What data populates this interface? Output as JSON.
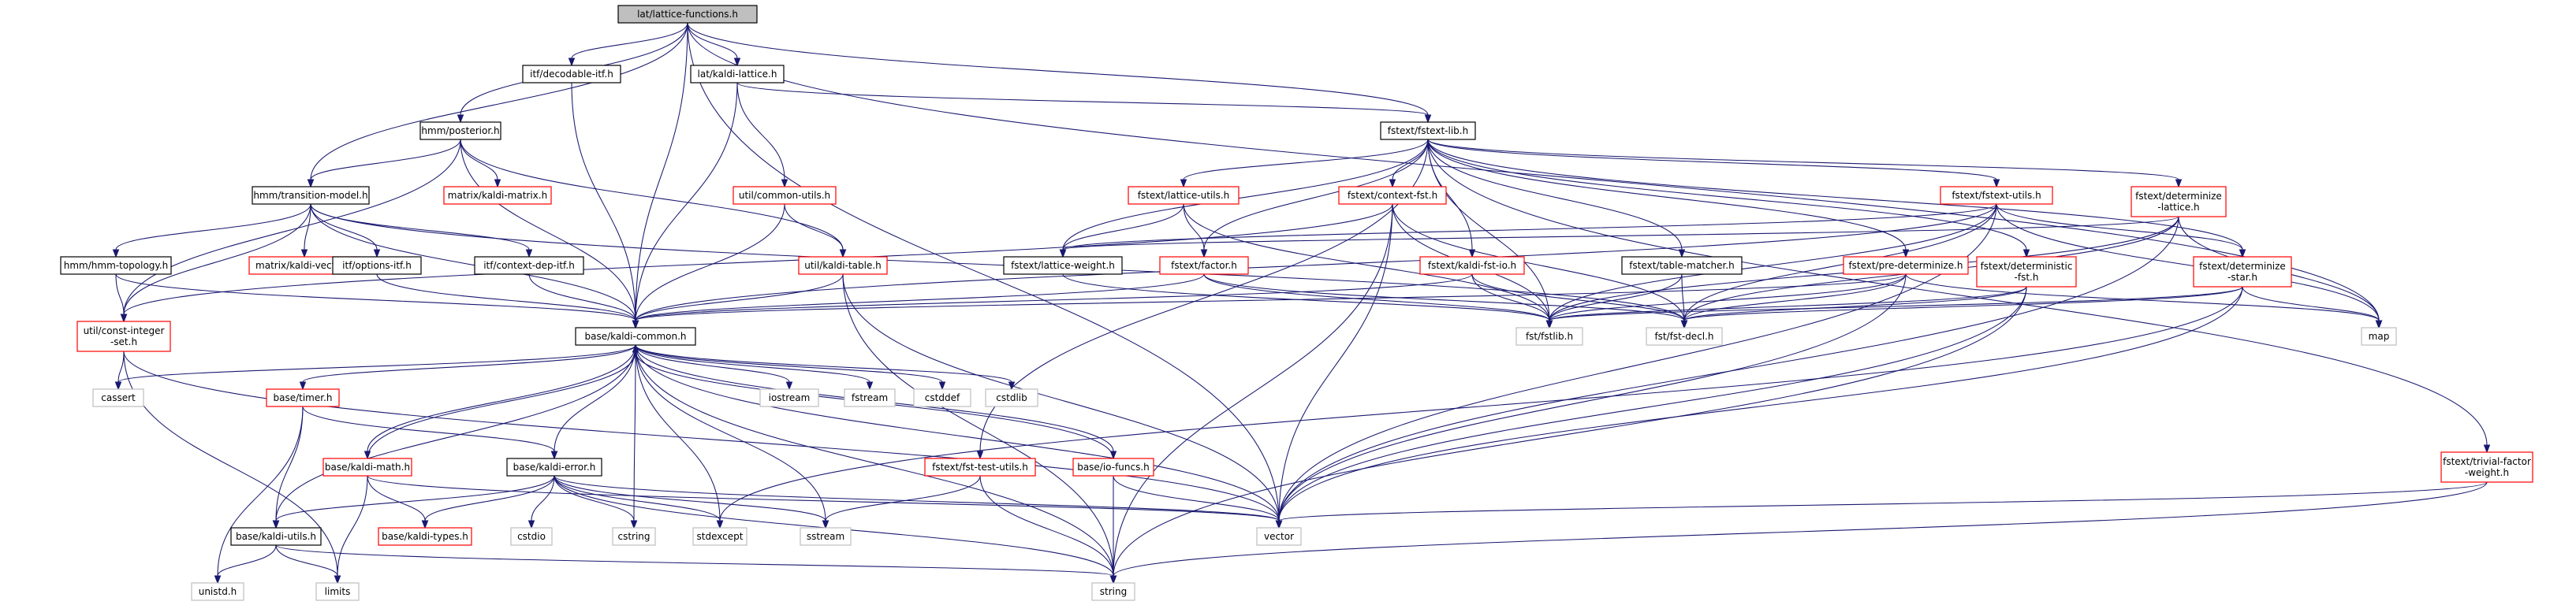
{
  "colors": {
    "edge": "#191970",
    "border_default": "#000000",
    "border_missing": "#ff0000",
    "border_system": "#bfbfbf",
    "fill_root": "#bfbfbf",
    "fill_default": "#ffffff"
  },
  "nodes": {
    "n0": {
      "label": [
        "lat/lattice-functions.h"
      ],
      "kind": "root"
    },
    "n1": {
      "label": [
        "itf/decodable-itf.h"
      ],
      "kind": "default"
    },
    "n2": {
      "label": [
        "lat/kaldi-lattice.h"
      ],
      "kind": "default"
    },
    "n3": {
      "label": [
        "hmm/posterior.h"
      ],
      "kind": "default"
    },
    "n4": {
      "label": [
        "fstext/fstext-lib.h"
      ],
      "kind": "default"
    },
    "n5": {
      "label": [
        "hmm/transition-model.h"
      ],
      "kind": "default"
    },
    "n6": {
      "label": [
        "matrix/kaldi-matrix.h"
      ],
      "kind": "missing"
    },
    "n7": {
      "label": [
        "util/common-utils.h"
      ],
      "kind": "missing"
    },
    "n8": {
      "label": [
        "fstext/lattice-utils.h"
      ],
      "kind": "missing"
    },
    "n9": {
      "label": [
        "fstext/context-fst.h"
      ],
      "kind": "missing"
    },
    "n10": {
      "label": [
        "fstext/fstext-utils.h"
      ],
      "kind": "missing"
    },
    "n11": {
      "label": [
        "fstext/determinize",
        "-lattice.h"
      ],
      "kind": "missing"
    },
    "n12": {
      "label": [
        "hmm/hmm-topology.h"
      ],
      "kind": "default"
    },
    "n13": {
      "label": [
        "matrix/kaldi-vector.h"
      ],
      "kind": "missing"
    },
    "n14": {
      "label": [
        "itf/options-itf.h"
      ],
      "kind": "default"
    },
    "n15": {
      "label": [
        "itf/context-dep-itf.h"
      ],
      "kind": "default"
    },
    "n16": {
      "label": [
        "util/kaldi-table.h"
      ],
      "kind": "missing"
    },
    "n17": {
      "label": [
        "fstext/lattice-weight.h"
      ],
      "kind": "default"
    },
    "n18": {
      "label": [
        "fstext/factor.h"
      ],
      "kind": "missing"
    },
    "n19": {
      "label": [
        "fstext/kaldi-fst-io.h"
      ],
      "kind": "missing"
    },
    "n20": {
      "label": [
        "fstext/table-matcher.h"
      ],
      "kind": "default"
    },
    "n21": {
      "label": [
        "fstext/pre-determinize.h"
      ],
      "kind": "missing"
    },
    "n22": {
      "label": [
        "fstext/deterministic",
        "-fst.h"
      ],
      "kind": "missing"
    },
    "n23": {
      "label": [
        "fstext/determinize",
        "-star.h"
      ],
      "kind": "missing"
    },
    "n24": {
      "label": [
        "util/const-integer",
        "-set.h"
      ],
      "kind": "missing"
    },
    "n25": {
      "label": [
        "base/kaldi-common.h"
      ],
      "kind": "default"
    },
    "n26": {
      "label": [
        "fst/fstlib.h"
      ],
      "kind": "system"
    },
    "n27": {
      "label": [
        "fst/fst-decl.h"
      ],
      "kind": "system"
    },
    "n28": {
      "label": [
        "map"
      ],
      "kind": "system"
    },
    "n29": {
      "label": [
        "cassert"
      ],
      "kind": "system"
    },
    "n30": {
      "label": [
        "base/timer.h"
      ],
      "kind": "missing"
    },
    "n31": {
      "label": [
        "iostream"
      ],
      "kind": "system"
    },
    "n32": {
      "label": [
        "fstream"
      ],
      "kind": "system"
    },
    "n33": {
      "label": [
        "cstddef"
      ],
      "kind": "system"
    },
    "n34": {
      "label": [
        "cstdlib"
      ],
      "kind": "system"
    },
    "n35": {
      "label": [
        "base/kaldi-math.h"
      ],
      "kind": "missing"
    },
    "n36": {
      "label": [
        "base/kaldi-error.h"
      ],
      "kind": "default"
    },
    "n37": {
      "label": [
        "fstext/fst-test-utils.h"
      ],
      "kind": "missing"
    },
    "n38": {
      "label": [
        "base/io-funcs.h"
      ],
      "kind": "missing"
    },
    "n39": {
      "label": [
        "fstext/trivial-factor",
        "-weight.h"
      ],
      "kind": "missing"
    },
    "n40": {
      "label": [
        "base/kaldi-utils.h"
      ],
      "kind": "default"
    },
    "n41": {
      "label": [
        "base/kaldi-types.h"
      ],
      "kind": "missing"
    },
    "n42": {
      "label": [
        "cstdio"
      ],
      "kind": "system"
    },
    "n43": {
      "label": [
        "cstring"
      ],
      "kind": "system"
    },
    "n44": {
      "label": [
        "stdexcept"
      ],
      "kind": "system"
    },
    "n45": {
      "label": [
        "sstream"
      ],
      "kind": "system"
    },
    "n46": {
      "label": [
        "vector"
      ],
      "kind": "system"
    },
    "n47": {
      "label": [
        "unistd.h"
      ],
      "kind": "system"
    },
    "n48": {
      "label": [
        "limits"
      ],
      "kind": "system"
    },
    "n49": {
      "label": [
        "string"
      ],
      "kind": "system"
    }
  },
  "edges": [
    [
      "n0",
      "n1"
    ],
    [
      "n0",
      "n2"
    ],
    [
      "n0",
      "n3"
    ],
    [
      "n0",
      "n4"
    ],
    [
      "n0",
      "n5"
    ],
    [
      "n0",
      "n25"
    ],
    [
      "n0",
      "n28"
    ],
    [
      "n0",
      "n46"
    ],
    [
      "n1",
      "n25"
    ],
    [
      "n2",
      "n4"
    ],
    [
      "n2",
      "n7"
    ],
    [
      "n2",
      "n25"
    ],
    [
      "n3",
      "n5"
    ],
    [
      "n3",
      "n6"
    ],
    [
      "n3",
      "n16"
    ],
    [
      "n3",
      "n24"
    ],
    [
      "n3",
      "n25"
    ],
    [
      "n4",
      "n8"
    ],
    [
      "n4",
      "n9"
    ],
    [
      "n4",
      "n10"
    ],
    [
      "n4",
      "n11"
    ],
    [
      "n4",
      "n17"
    ],
    [
      "n4",
      "n18"
    ],
    [
      "n4",
      "n19"
    ],
    [
      "n4",
      "n20"
    ],
    [
      "n4",
      "n21"
    ],
    [
      "n4",
      "n22"
    ],
    [
      "n4",
      "n23"
    ],
    [
      "n4",
      "n37"
    ],
    [
      "n4",
      "n39"
    ],
    [
      "n4",
      "n26"
    ],
    [
      "n5",
      "n12"
    ],
    [
      "n5",
      "n13"
    ],
    [
      "n5",
      "n14"
    ],
    [
      "n5",
      "n15"
    ],
    [
      "n5",
      "n24"
    ],
    [
      "n5",
      "n25"
    ],
    [
      "n5",
      "n27"
    ],
    [
      "n7",
      "n16"
    ],
    [
      "n7",
      "n25"
    ],
    [
      "n8",
      "n17"
    ],
    [
      "n8",
      "n18"
    ],
    [
      "n8",
      "n26"
    ],
    [
      "n9",
      "n24"
    ],
    [
      "n9",
      "n26"
    ],
    [
      "n9",
      "n27"
    ],
    [
      "n9",
      "n46"
    ],
    [
      "n9",
      "n49"
    ],
    [
      "n10",
      "n17"
    ],
    [
      "n10",
      "n23"
    ],
    [
      "n10",
      "n25"
    ],
    [
      "n10",
      "n26"
    ],
    [
      "n10",
      "n27"
    ],
    [
      "n10",
      "n28"
    ],
    [
      "n10",
      "n46"
    ],
    [
      "n11",
      "n17"
    ],
    [
      "n11",
      "n26"
    ],
    [
      "n11",
      "n27"
    ],
    [
      "n11",
      "n28"
    ],
    [
      "n11",
      "n46"
    ],
    [
      "n12",
      "n24"
    ],
    [
      "n12",
      "n25"
    ],
    [
      "n14",
      "n25"
    ],
    [
      "n15",
      "n25"
    ],
    [
      "n16",
      "n25"
    ],
    [
      "n16",
      "n46"
    ],
    [
      "n16",
      "n49"
    ],
    [
      "n17",
      "n26"
    ],
    [
      "n18",
      "n25"
    ],
    [
      "n18",
      "n26"
    ],
    [
      "n18",
      "n27"
    ],
    [
      "n19",
      "n25"
    ],
    [
      "n19",
      "n26"
    ],
    [
      "n19",
      "n27"
    ],
    [
      "n20",
      "n26"
    ],
    [
      "n20",
      "n27"
    ],
    [
      "n21",
      "n25"
    ],
    [
      "n21",
      "n26"
    ],
    [
      "n21",
      "n27"
    ],
    [
      "n21",
      "n28"
    ],
    [
      "n21",
      "n46"
    ],
    [
      "n22",
      "n26"
    ],
    [
      "n22",
      "n27"
    ],
    [
      "n22",
      "n46"
    ],
    [
      "n22",
      "n49"
    ],
    [
      "n23",
      "n26"
    ],
    [
      "n23",
      "n27"
    ],
    [
      "n23",
      "n28"
    ],
    [
      "n23",
      "n44"
    ],
    [
      "n23",
      "n46"
    ],
    [
      "n24",
      "n29"
    ],
    [
      "n24",
      "n46"
    ],
    [
      "n24",
      "n48"
    ],
    [
      "n25",
      "n29"
    ],
    [
      "n25",
      "n30"
    ],
    [
      "n25",
      "n31"
    ],
    [
      "n25",
      "n32"
    ],
    [
      "n25",
      "n33"
    ],
    [
      "n25",
      "n34"
    ],
    [
      "n25",
      "n35"
    ],
    [
      "n25",
      "n36"
    ],
    [
      "n25",
      "n38"
    ],
    [
      "n25",
      "n40"
    ],
    [
      "n25",
      "n43"
    ],
    [
      "n25",
      "n44"
    ],
    [
      "n25",
      "n45"
    ],
    [
      "n25",
      "n46"
    ],
    [
      "n25",
      "n49"
    ],
    [
      "n30",
      "n36"
    ],
    [
      "n30",
      "n40"
    ],
    [
      "n30",
      "n47"
    ],
    [
      "n35",
      "n25"
    ],
    [
      "n35",
      "n41"
    ],
    [
      "n35",
      "n48"
    ],
    [
      "n35",
      "n46"
    ],
    [
      "n36",
      "n40"
    ],
    [
      "n36",
      "n41"
    ],
    [
      "n36",
      "n42"
    ],
    [
      "n36",
      "n43"
    ],
    [
      "n36",
      "n44"
    ],
    [
      "n36",
      "n45"
    ],
    [
      "n36",
      "n46"
    ],
    [
      "n36",
      "n49"
    ],
    [
      "n37",
      "n45"
    ],
    [
      "n37",
      "n49"
    ],
    [
      "n38",
      "n25"
    ],
    [
      "n38",
      "n46"
    ],
    [
      "n38",
      "n49"
    ],
    [
      "n39",
      "n46"
    ],
    [
      "n39",
      "n49"
    ],
    [
      "n40",
      "n47"
    ],
    [
      "n40",
      "n48"
    ],
    [
      "n40",
      "n49"
    ]
  ]
}
